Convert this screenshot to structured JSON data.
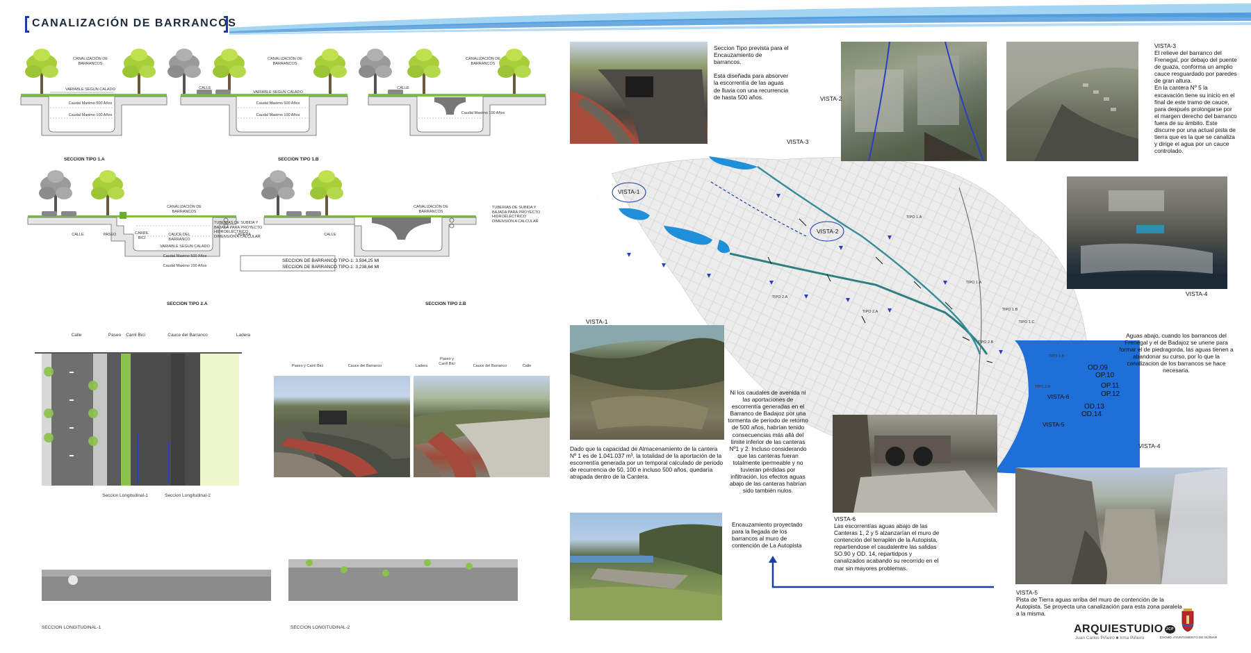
{
  "header": {
    "title": "CANALIZACIÓN DE BARRANCOS",
    "accent_color": "#1a3ba8",
    "wave_color": "#3aa0e0"
  },
  "sections": {
    "tipo_1a": {
      "caption": "SECCION TIPO 1.A",
      "labels": [
        "CANALIZACIÓN DE BARRANCOS",
        "VARIABLE SEGUN CALADO",
        "Caudal Maximo 500 Años",
        "Caudal Maximo 100 Años"
      ]
    },
    "tipo_1b": {
      "caption": "SECCION TIPO 1.B",
      "labels": [
        "CANALIZACIÓN DE BARRANCOS",
        "CALLE",
        "VARIABLE SEGUN CALADO",
        "Caudal Maximo 500 Años",
        "Caudal Maximo 100 Años"
      ]
    },
    "tipo_1c": {
      "labels": [
        "CANALIZACIÓN DE BARRANCOS",
        "CALLE",
        "Caudal Maximo 100 Años"
      ]
    },
    "tipo_2a": {
      "caption": "SECCION TIPO 2.A",
      "labels": [
        "CANALIZACIÓN DE BARRANCOS",
        "CALLE",
        "PASEO",
        "CARRIL BICI",
        "CAUCE DEL BARRANCO",
        "LADERA",
        "TUBERIAS DE SUBIDA Y BAJADA PARA PROYECTO HIDROELÉCTRICO DIMENSIÓN A CALCULAR",
        "VARIABLE SEGUN CALADO",
        "Caudal Maximo 500 Años",
        "Caudal Maximo 100 Años"
      ]
    },
    "tipo_2b": {
      "caption": "SECCION TIPO 2.B",
      "labels": [
        "CANALIZACIÓN DE BARRANCOS",
        "CALLE",
        "TUBERIAS DE SUBIDA Y BAJADA PARA PROYECTO HIDROELÉCTRICO DIMENSIÓN A CALCULAR"
      ]
    },
    "lengths": [
      "SECCION DE BARRANCO TIPO-1: 3.594,25 Ml",
      "SECCION DE BARRANCO TIPO-1: 3.238,64 Ml"
    ]
  },
  "plan": {
    "headers": [
      "Calle",
      "Paseo",
      "Carril Bici",
      "Cauce del Barranco",
      "Ladera"
    ],
    "cut1": "Seccion Longitudinal-1",
    "cut2": "Seccion Longitudinal-2"
  },
  "photo_labels": {
    "photo1": [
      "Paseo y Carril Bici",
      "Cauce del Barranco"
    ],
    "photo2": [
      "Ladera",
      "Paseo y Carril Bici",
      "Cauce del Barranco",
      "Calle"
    ]
  },
  "longitudinal": {
    "cap1": "SECCION LONGITUDINAL-1",
    "cap2": "SECCION LONGITUDINAL-2"
  },
  "texts": {
    "seccion_tipo": "Seccion Tipo prevista para el Encauzamiento de barrancos.\n\nEsta diseñada para absorver la escorrentía de las aguas de lluvia con una recurrencia de hasta 500 años.",
    "vista3_title": "VISTA-3",
    "vista3": "El relieve del barranco del Frenegal, por debajo del puente de guaza, conforma un amplio cauce resguardado por paredes de gran altura.\nEn la cantera Nº 5 la excavación tiene su inicio en el final de este tramo de cauce, para después prolongarse por el margen derecho del barranco fuera de su ámbito. Este discurre por una actual pista de tierra que es la que se canaliza y dirige el agua por un cauce controlado.",
    "vista4_desc": "Aguas abajo, cuando los barrancos del Frenegal y el de Badajoz se unene para formar el de piedragorda, las aguas tienen a abandonar su curso, por lo que la canalizacion de los barrancos se hace necesaria.",
    "caudales": "Ni los caudales de avenida ni las aportaciones de escorrentía generadas en el Barranco de Badajoz por una tormenta de periodo de retorno de 500 años, habrían tenido consecuencias más allá del límite inferior de las canteras Nº1 y 2. Incluso considerando que las canteras fueran totalmente ipermeable y no tuvieran pérdidas por infiltración, los efectos aguas abajo de las canteras habrían sido también nulos.",
    "capacidad": "Dado que la capacidad de Almacenamiento de la cantera Nº 1 es de 1.041.037 m³, la totalidad de la aportación de la escorrentía generada por un temporal calculado de periodo de recurrencia de 50, 100 e incluso 500 años, quedaría atrapada dentro de la Cantera.",
    "vista6_title": "VISTA-6",
    "vista6": "Las escorrentías aguas abajo de las Canteras 1, 2 y 5 alzanzarían el muro de contención del terraplén de la Autopista, repartiendose el caudalentre las salidas SO.90 y OD. 14, repartidpos y canalizados acabando su recorrido en el mar sin mayores problemas.",
    "encauzamiento": "Encauzamiento proyectado para la llegada de los barrancos al muro de contención de La Autopista",
    "vista5_title": "VISTA-5",
    "vista5": "Pista de Tierra aguas arriba del muro de contención de la Autopista. Se proyecta una canalización para esta zona paralela a la misma."
  },
  "map": {
    "vistas": [
      "VISTA-1",
      "VISTA-2",
      "VISTA-3",
      "VISTA-4",
      "VISTA-5",
      "VISTA-6"
    ],
    "photo_vistas": [
      "VISTA-1",
      "VISTA-2",
      "VISTA-4"
    ],
    "ops": [
      "OD.09",
      "OP.10",
      "OP.11",
      "OP.12",
      "OD.13",
      "OD.14"
    ],
    "tipos": [
      "TIPO 1.A",
      "TIPO 1.A",
      "TIPO 1.B",
      "TIPO 1.C",
      "TIPO 1.B",
      "TIPO 2.A",
      "TIPO 2.A",
      "TIPO 2.B",
      "TIPO 2.A"
    ],
    "water_color": "#1e8fd8",
    "channel_color": "#2f7f80"
  },
  "footer": {
    "brand": "ARQUIESTUDIO",
    "brand_suffix": "JCP",
    "authors": "Juan Carlos Piñeiro ■ Irma Piñeiro",
    "institution": "EXCMO. AYUNTAMIENTO DE GÜÍMAR"
  }
}
